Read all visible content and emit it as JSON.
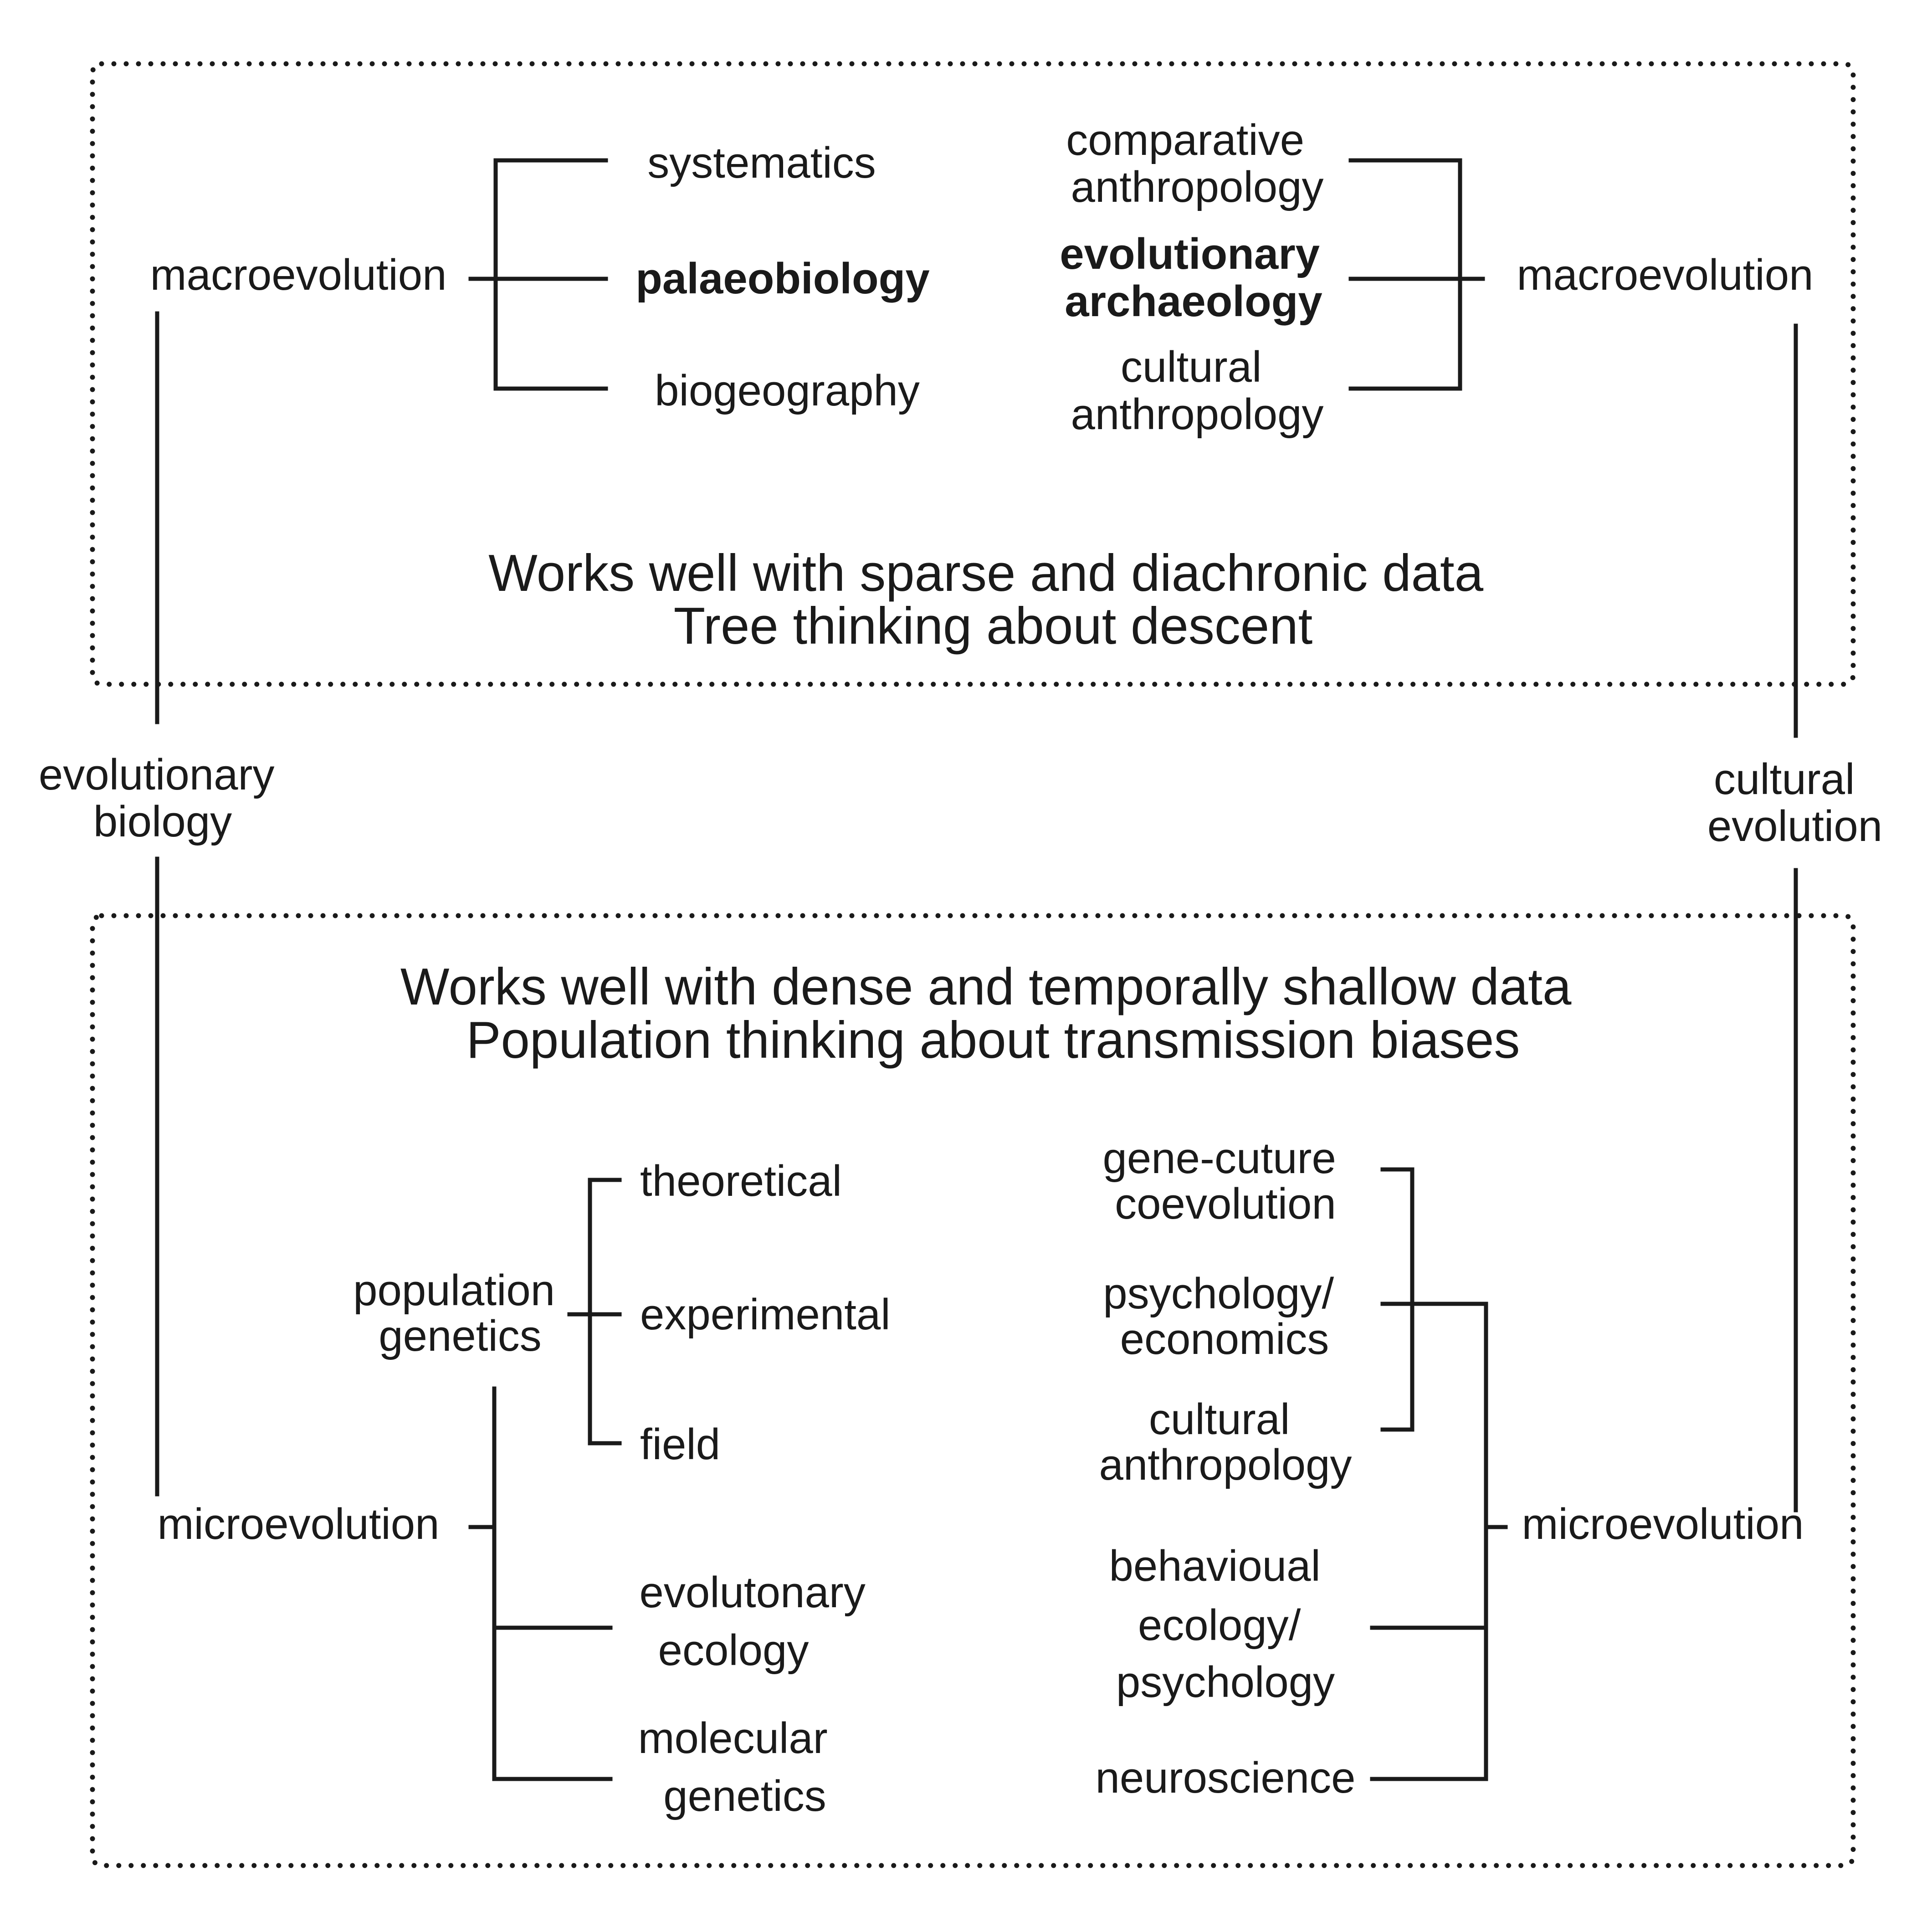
{
  "left_domain": {
    "label_lines": [
      "evolutionary",
      "biology"
    ]
  },
  "right_domain": {
    "label_lines": [
      "cultural",
      "evolution"
    ]
  },
  "macro_box": {
    "caption_lines": [
      "Works well with sparse and diachronic data",
      "Tree thinking about descent"
    ],
    "left": {
      "label": "macroevolution",
      "fields": [
        {
          "lines": [
            "systematics"
          ],
          "bold": false
        },
        {
          "lines": [
            "palaeobiology"
          ],
          "bold": true
        },
        {
          "lines": [
            "biogeography"
          ],
          "bold": false
        }
      ]
    },
    "right": {
      "label": "macroevolution",
      "fields": [
        {
          "lines": [
            "comparative",
            "anthropology"
          ],
          "bold": false
        },
        {
          "lines": [
            "evolutionary",
            "archaeology"
          ],
          "bold": true
        },
        {
          "lines": [
            "cultural",
            "anthropology"
          ],
          "bold": false
        }
      ]
    }
  },
  "micro_box": {
    "caption_lines": [
      "Works well with dense and temporally shallow data",
      "Population thinking about transmission biases"
    ],
    "left": {
      "label": "microevolution",
      "population_genetics": {
        "label_lines": [
          "population",
          "genetics"
        ],
        "subfields": [
          {
            "lines": [
              "theoretical"
            ]
          },
          {
            "lines": [
              "experimental"
            ]
          },
          {
            "lines": [
              "field"
            ]
          }
        ]
      },
      "fields": [
        {
          "lines": [
            "evolutonary",
            "ecology"
          ]
        },
        {
          "lines": [
            "molecular",
            "genetics"
          ]
        }
      ]
    },
    "right": {
      "label": "microevolution",
      "group": [
        {
          "lines": [
            "gene-cuture",
            "coevolution"
          ]
        },
        {
          "lines": [
            "psychology/",
            "economics"
          ]
        },
        {
          "lines": [
            "cultural",
            "anthropology"
          ]
        }
      ],
      "fields": [
        {
          "lines": [
            "behavioual",
            "ecology/",
            "psychology"
          ]
        },
        {
          "lines": [
            "neuroscience"
          ]
        }
      ]
    }
  }
}
